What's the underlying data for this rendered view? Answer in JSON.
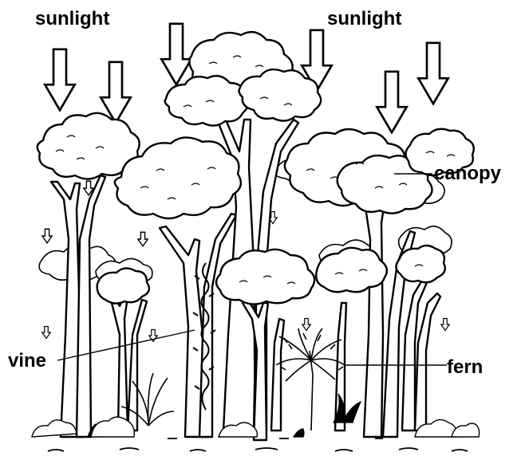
{
  "labels": {
    "sunlight_left": "sunlight",
    "sunlight_right": "sunlight",
    "canopy": "canopy",
    "vine": "vine",
    "fern": "fern"
  },
  "colors": {
    "ink": "#000000",
    "background": "#ffffff"
  },
  "icons": {
    "sun_arrow": "down-arrow-icon",
    "small_light_arrow": "small-down-arrow-icon"
  }
}
